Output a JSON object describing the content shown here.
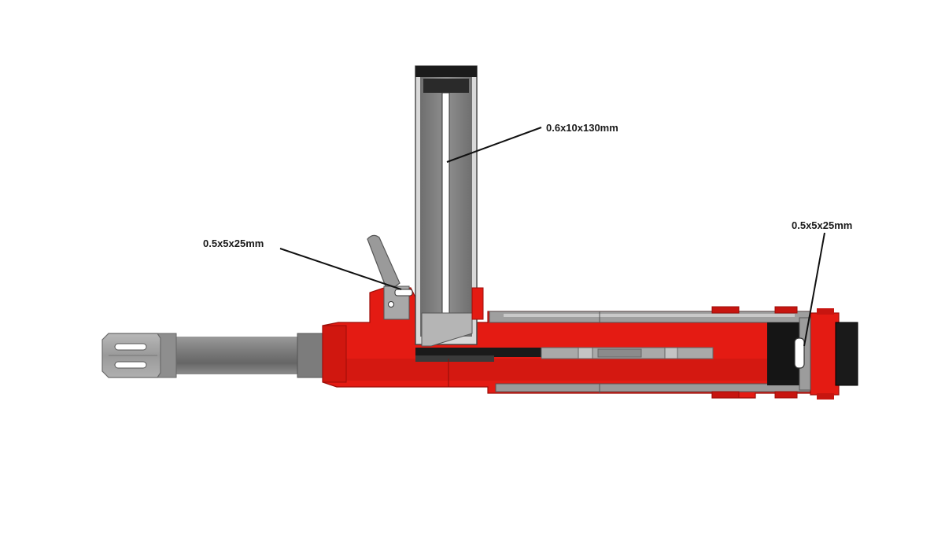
{
  "annotations": {
    "magazine_spring": "0.6x10x130mm",
    "lever_spring": "0.5x5x25mm",
    "rear_spring": "0.5x5x25mm"
  },
  "colors": {
    "background": "#ffffff",
    "body_red": "#e41b13",
    "body_red_dark": "#b30f0a",
    "steel_grey": "#8a8a8a",
    "steel_light": "#b9b9b9",
    "steel_dark": "#555555",
    "black_part": "#111111",
    "leader_line": "#111111"
  }
}
